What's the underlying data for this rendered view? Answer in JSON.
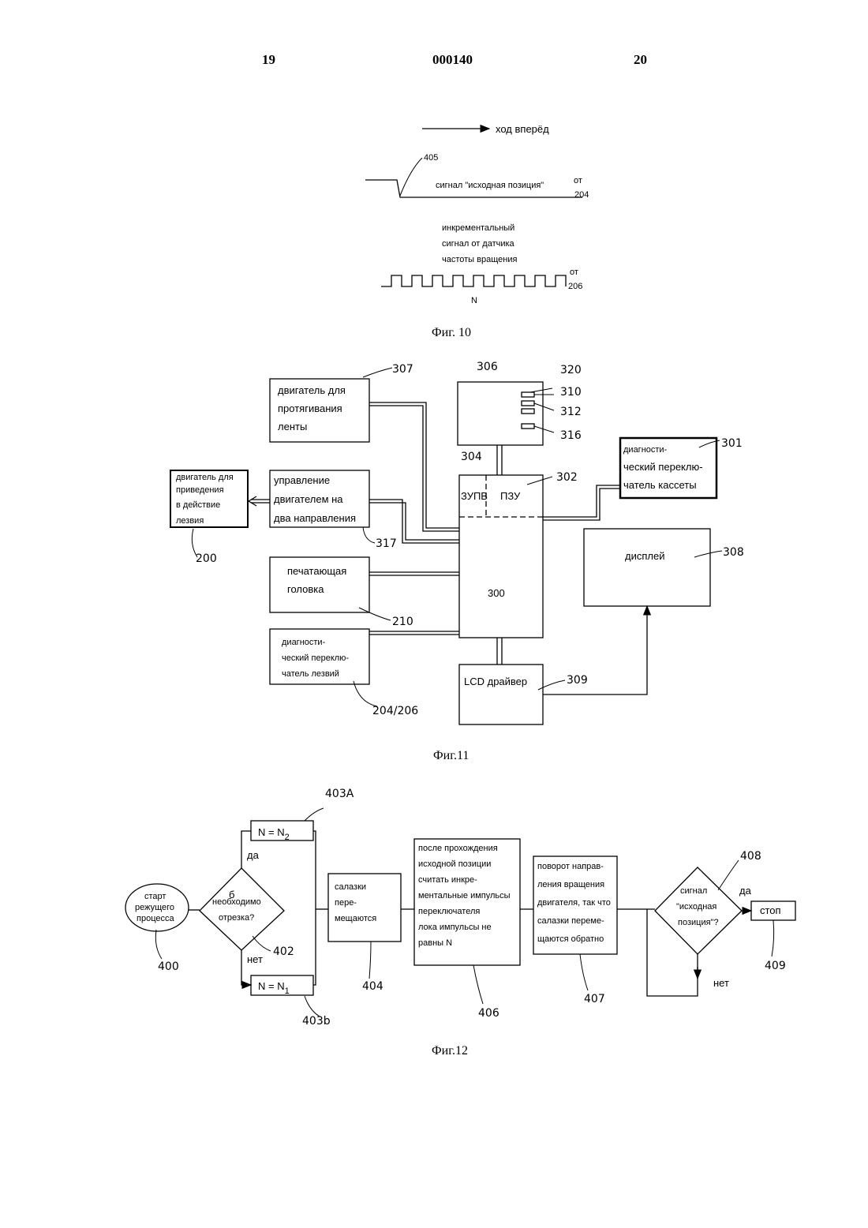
{
  "header": {
    "left_page": "19",
    "doc_number": "000140",
    "right_page": "20"
  },
  "fig10": {
    "arrow_label": "ход вперёд",
    "ref_405": "405",
    "home_signal": "сигнал \"исходная позиция\"",
    "from_label_1": "от",
    "from_ref_1": "204",
    "incremental_line1": "инкрементальный",
    "incremental_line2": "сигнал от датчика",
    "incremental_line3": "частоты вращения",
    "from_label_2": "от",
    "from_ref_2": "206",
    "pulse_count": "N",
    "caption": "Фиг. 10"
  },
  "fig11": {
    "ref_307": "307",
    "motor_tape": [
      "двигатель для",
      "протягивания",
      "ленты"
    ],
    "ref_306": "306",
    "ref_320": "320",
    "ref_310": "310",
    "ref_312": "312",
    "ref_316": "316",
    "diag_cassette": [
      "диагности-",
      "ческий переклю-",
      "чатель кассеты"
    ],
    "ref_301": "301",
    "ref_304": "304",
    "ref_302": "302",
    "ram": "ЗУПВ",
    "rom": "ПЗУ",
    "blade_motor": [
      "двигатель для",
      "приведения",
      "в действие",
      "лезвия"
    ],
    "ref_200": "200",
    "bidir_control": [
      "управление",
      "двигателем на",
      "два направления"
    ],
    "ref_317": "317",
    "display": "дисплей",
    "ref_308": "308",
    "print_head": [
      "печатающая",
      "головка"
    ],
    "ref_210": "210",
    "cpu": "300",
    "diag_blade": [
      "диагности-",
      "ческий переклю-",
      "чатель лезвий"
    ],
    "ref_204_206": "204/206",
    "lcd_driver": "LCD драйвер",
    "ref_309": "309",
    "caption": "Фиг.11"
  },
  "fig12": {
    "ref_403a": "403A",
    "n2_main": "N = N",
    "n2_sub": "2",
    "yes_1": "да",
    "start": [
      "старт",
      "режущего",
      "процесса"
    ],
    "decision": [
      "необходимо",
      "отрезка?"
    ],
    "decision_mark": "б",
    "ref_402": "402",
    "no_1": "нет",
    "n1_main": "N = N",
    "n1_sub": "1",
    "ref_403b": "403b",
    "ref_400": "400",
    "slide": [
      "салазки",
      "пере-",
      "мещаются"
    ],
    "ref_404": "404",
    "count": [
      "после прохождения",
      "исходной позиции",
      "считать инкре-",
      "ментальные импульсы",
      "переключателя",
      "лока импульсы не",
      "равны N"
    ],
    "ref_406": "406",
    "reverse": [
      "поворот направ-",
      "ления вращения",
      "двигателя, так что",
      "салазки переме-",
      "щаются обратно"
    ],
    "ref_407": "407",
    "home_q": [
      "сигнал",
      "\"исходная",
      "позиция\"?"
    ],
    "ref_408": "408",
    "yes_2": "да",
    "stop": "стоп",
    "ref_409": "409",
    "no_2": "нет",
    "caption": "Фиг.12"
  }
}
